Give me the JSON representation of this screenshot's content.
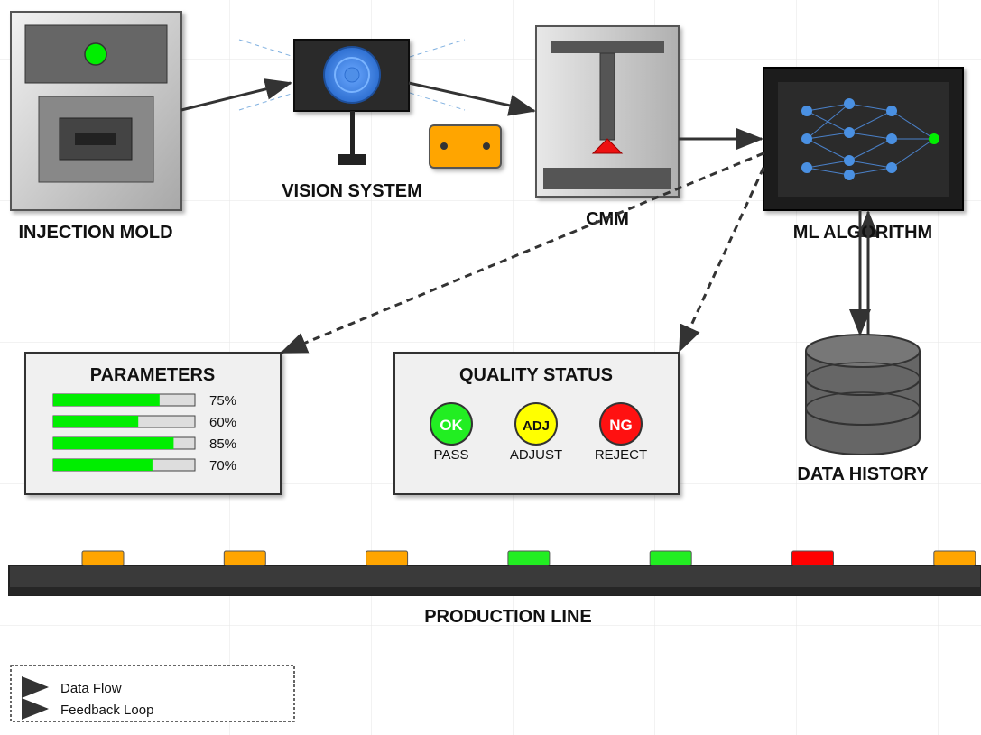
{
  "labels": {
    "injection_mold": "INJECTION MOLD",
    "vision_system": "VISION SYSTEM",
    "cmm": "CMM",
    "ml_algorithm": "ML ALGORITHM",
    "data_history": "DATA HISTORY",
    "production_line": "PRODUCTION LINE"
  },
  "parameters": {
    "title": "PARAMETERS",
    "bars": [
      {
        "label": "75%",
        "value": 0.75
      },
      {
        "label": "60%",
        "value": 0.6
      },
      {
        "label": "85%",
        "value": 0.85
      },
      {
        "label": "70%",
        "value": 0.7
      }
    ]
  },
  "quality": {
    "title": "QUALITY STATUS",
    "statuses": [
      {
        "code": "OK",
        "label": "PASS",
        "color": "#22ee22",
        "text_color": "#ffffff"
      },
      {
        "code": "ADJ",
        "label": "ADJUST",
        "color": "#ffff00",
        "text_color": "#111111"
      },
      {
        "code": "NG",
        "label": "REJECT",
        "color": "#ff1111",
        "text_color": "#ffffff"
      }
    ]
  },
  "conveyor_parts": [
    "#ffa500",
    "#ffa500",
    "#ffa500",
    "#22ee22",
    "#22ee22",
    "#ff0000",
    "#ffa500"
  ],
  "legend": {
    "data_flow": "Data Flow",
    "feedback_loop": "Feedback Loop"
  },
  "colors": {
    "accent_green": "#00ee00",
    "node_blue": "#4a90e2",
    "part_orange": "#ffa500"
  }
}
